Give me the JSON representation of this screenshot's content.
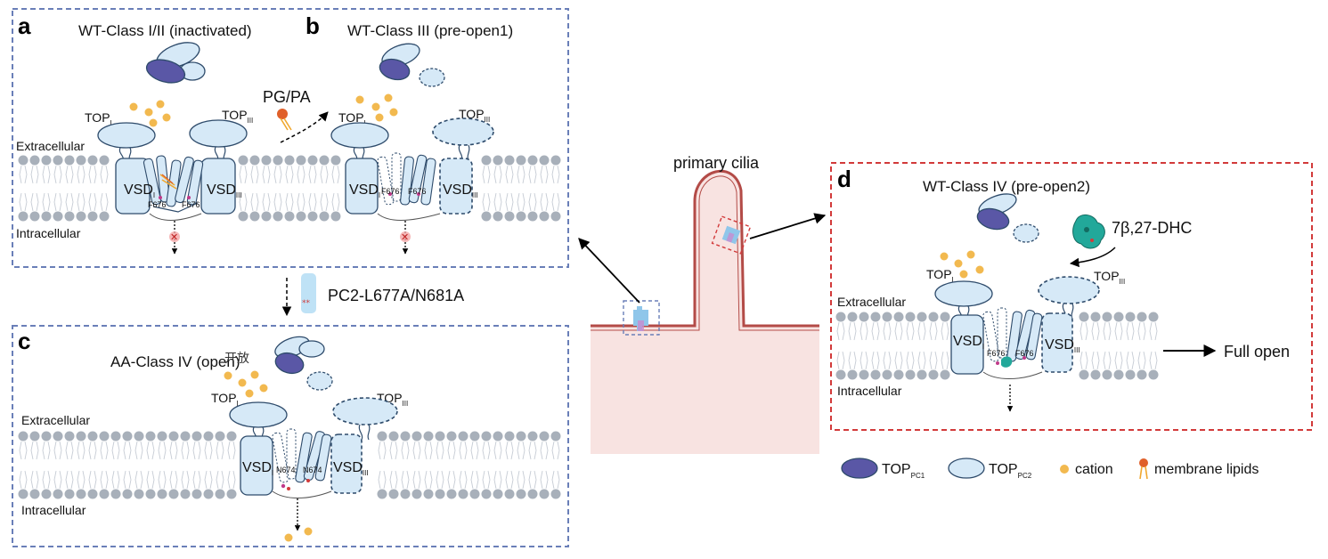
{
  "panels": {
    "a": {
      "letter": "a",
      "title": "WT-Class I/II (inactivated)",
      "top_left": "TOP",
      "top_left_sub": "I",
      "top_right": "TOP",
      "top_right_sub": "III",
      "vsd_left": "VSD",
      "vsd_left_sub": "I",
      "vsd_right": "VSD",
      "vsd_right_sub": "III",
      "res_left": "F676",
      "res_right": "F676",
      "extracellular": "Extracellular",
      "intracellular": "Intracellular"
    },
    "b": {
      "letter": "b",
      "title": "WT-Class III (pre-open1)",
      "top_left": "TOP",
      "top_left_sub": "I",
      "top_right": "TOP",
      "top_right_sub": "III",
      "vsd_left": "VSD",
      "vsd_left_sub": "I",
      "vsd_right": "VSD",
      "vsd_right_sub": "III",
      "res_left": "F676",
      "res_right": "F676"
    },
    "c": {
      "letter": "c",
      "title": "AA-Class IV (open)",
      "title_overlay": "开放",
      "top_left": "TOP",
      "top_left_sub": "I",
      "top_right": "TOP",
      "top_right_sub": "III",
      "vsd_left": "VSD",
      "vsd_left_sub": "I",
      "vsd_right": "VSD",
      "vsd_right_sub": "III",
      "res_left": "N674",
      "res_right": "N674",
      "extracellular": "Extracellular",
      "intracellular": "Intracellular"
    },
    "d": {
      "letter": "d",
      "title": "WT-Class IV (pre-open2)",
      "top_left": "TOP",
      "top_left_sub": "I",
      "top_right": "TOP",
      "top_right_sub": "III",
      "vsd_left": "VSD",
      "vsd_left_sub": "I",
      "vsd_right": "VSD",
      "vsd_right_sub": "III",
      "res_left": "F676",
      "res_right": "F676",
      "extracellular": "Extracellular",
      "intracellular": "Intracellular",
      "ligand": "7β,27-DHC",
      "outcome": "Full open"
    }
  },
  "transitions": {
    "a_to_b": "PG/PA",
    "a_to_c": "PC2-L677A/N681A"
  },
  "center": {
    "label": "primary cilia"
  },
  "legend": {
    "pc1_label": "TOP",
    "pc1_sub": "PC1",
    "pc2_label": "TOP",
    "pc2_sub": "PC2",
    "cation_label": "cation",
    "lipid_label": "membrane lipids"
  },
  "colors": {
    "pc1_fill": "#5a57a6",
    "pc2_fill": "#d6e9f7",
    "protein_stroke": "#2e4b6b",
    "cation": "#f2b94f",
    "lipid_head": "#e0602a",
    "lipid_tail": "#f0a830",
    "membrane_bead": "#a8b0ba",
    "cell_fill": "#f8e3e1",
    "cell_stroke": "#b34b47",
    "box_blue": "#6a7fb8",
    "box_red": "#d23a3a",
    "ligand": "#22a89a"
  }
}
